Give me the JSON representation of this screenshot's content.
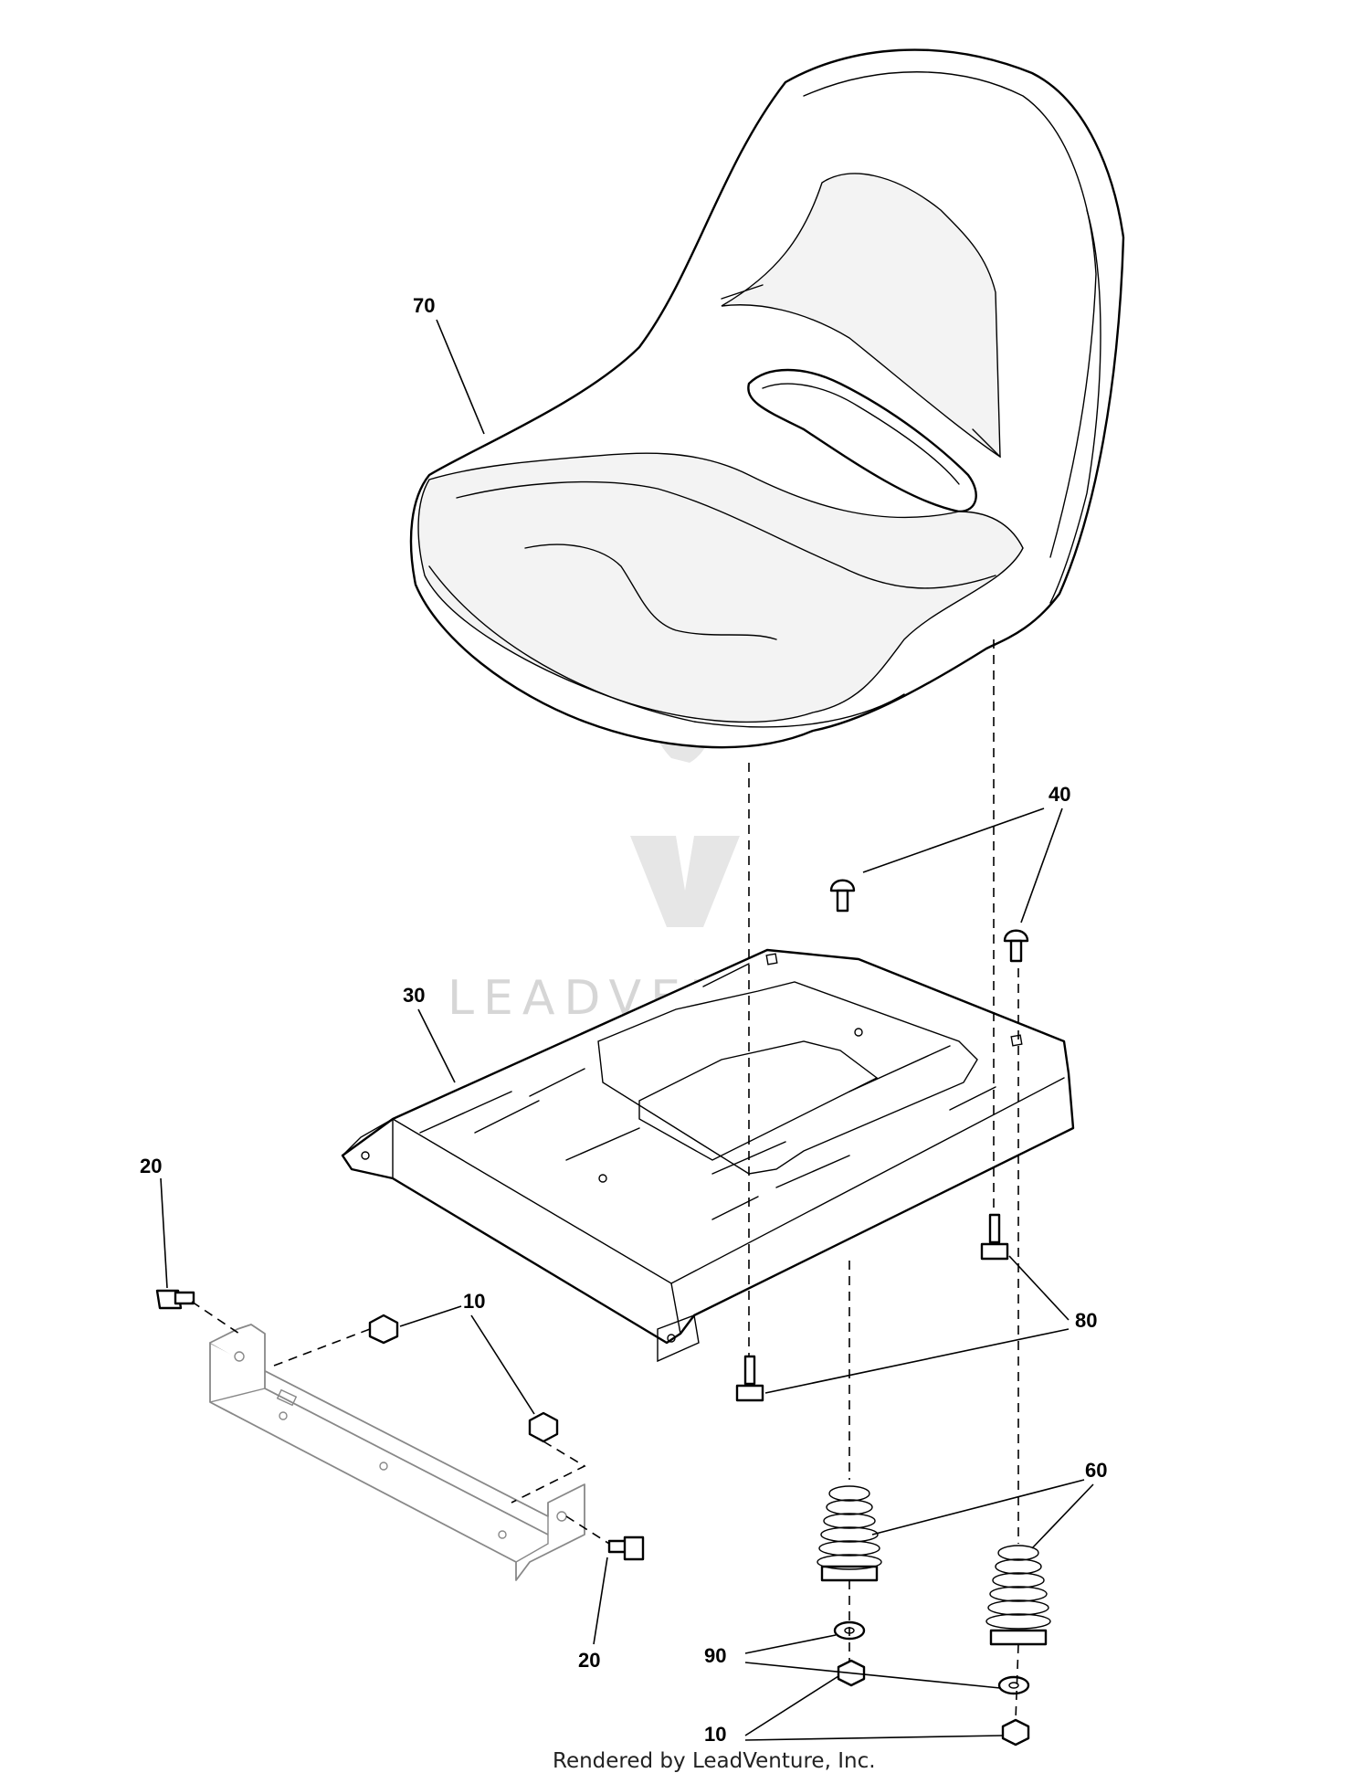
{
  "callouts": {
    "seat": "70",
    "carriage_bolt_a": "40",
    "seat_pan": "30",
    "bolt_left": "20",
    "nut_upper": "10",
    "shoulder_bolt": "80",
    "spring": "60",
    "bolt_right": "20",
    "washer": "90",
    "nut_lower": "10"
  },
  "watermark": "LEADVENTURE",
  "footer": "Rendered by LeadVenture, Inc."
}
